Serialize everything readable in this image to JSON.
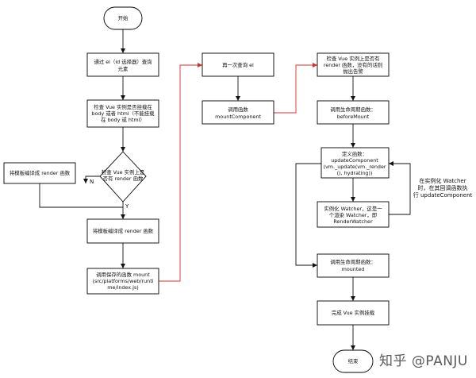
{
  "colors": {
    "node_fill": "#ffffff",
    "node_stroke": "#000000",
    "edge": "#111111",
    "red_edge": "#d0312d"
  },
  "nodes": {
    "start": "开始",
    "query_el": [
      "通过 el（id 选择器）查询",
      "元素"
    ],
    "check_body": [
      "检查 Vue 实例是否挂载在",
      "body 或者 html（不能挂载",
      "在 body 或 html）"
    ],
    "check_render": [
      "检查 Vue 实例上是",
      "否有 render 函数"
    ],
    "compile_left": "将模板编译成 render 函数",
    "compile_main": "将模板编译成 render 函数",
    "call_mount": [
      "调用保存的函数 mount",
      "(src/platforms/web/runti",
      "me/index.js)"
    ],
    "query_el_again": "再一次查询 el",
    "mount_component": [
      "调用函数",
      "mountComponent"
    ],
    "check_render_warn": [
      "检查 Vue 实例上是否有",
      "render 函数，没有的话则",
      "抛出告警"
    ],
    "before_mount": [
      "调用生命周期函数：",
      "beforeMount"
    ],
    "define_update": [
      "定义函数：",
      "updateComponent",
      "(vm._update(vm._render",
      "(), hydrating))"
    ],
    "watcher": [
      "实例化 Watcher，这是一",
      "个渲染 Watcher，即",
      "RenderWatcher"
    ],
    "mounted": [
      "调用生命周期函数：",
      "mounted"
    ],
    "finish_mount": "完成 Vue 实例挂载",
    "end": "结束"
  },
  "edge_labels": {
    "no": "N",
    "yes": "Y",
    "watcher_note": [
      "在实例化 Watcher",
      "时，在其回调函数执",
      "行 updateComponent"
    ]
  },
  "watermark": "知乎 @PANJU"
}
